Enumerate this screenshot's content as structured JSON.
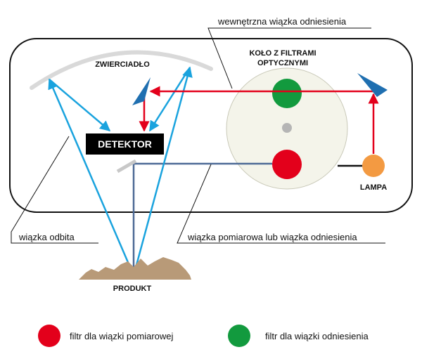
{
  "labels": {
    "internal_beam": "wewnętrzna wiązka odniesienia",
    "filter_wheel_line1": "KOŁO Z FILTRAMI",
    "filter_wheel_line2": "OPTYCZNYMI",
    "mirror": "ZWIERCIADŁO",
    "detector": "DETEKTOR",
    "lamp": "LAMPA",
    "reflected_beam": "wiązka odbita",
    "measuring_beam": "wiązka pomiarowa lub wiązka odniesienia",
    "product": "PRODUKT"
  },
  "legend": [
    {
      "label": "filtr dla wiązki pomiarowej",
      "color": "#e3001b"
    },
    {
      "label": "filtr dla wiązki odniesienia",
      "color": "#129a3e"
    }
  ],
  "colors": {
    "reflected_beam": "#1aa3de",
    "reference_beam": "#e3001b",
    "measuring_path": "#4d6a96",
    "mirror_prism": "#1f6fb0",
    "lamp": "#f39a42",
    "product": "#b89a78",
    "filter_wheel": "#f4f4ea"
  }
}
